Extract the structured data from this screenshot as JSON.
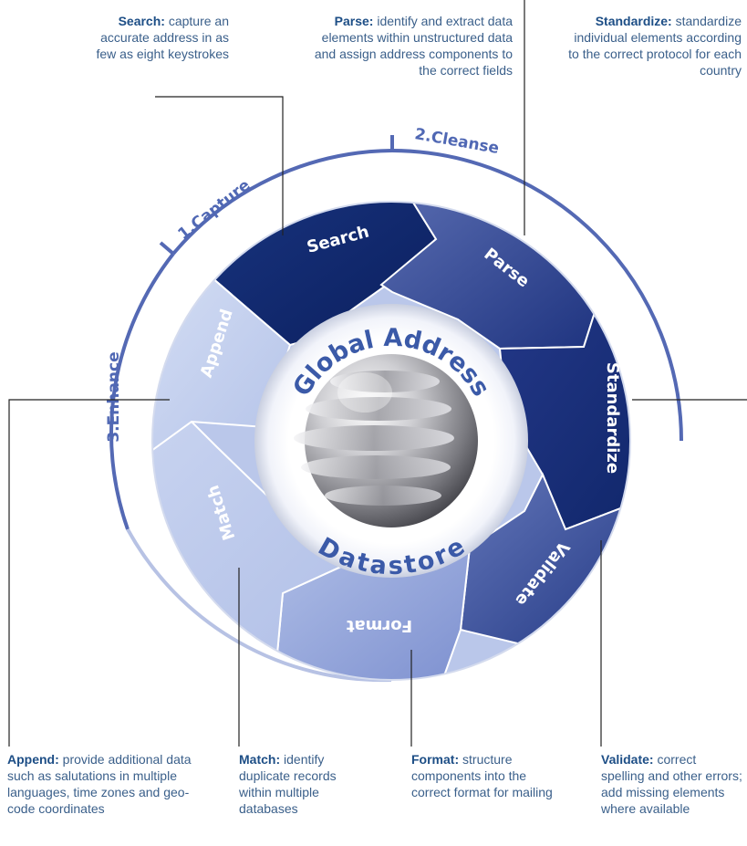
{
  "center": {
    "top": "Global Address",
    "bottom": "Datastore"
  },
  "phases": {
    "capture": "1.Capture",
    "cleanse": "2.Cleanse",
    "enhance": "3.Enhance"
  },
  "segments": {
    "search": "Search",
    "parse": "Parse",
    "standardize": "Standardize",
    "validate": "Validate",
    "format": "Format",
    "match": "Match",
    "append": "Append"
  },
  "callouts": {
    "search": {
      "term": "Search:",
      "text": "capture an accurate address in as few as eight keystrokes"
    },
    "parse": {
      "term": "Parse:",
      "text": "identify and extract data elements within unstructured data and assign address components to the correct fields"
    },
    "standardize": {
      "term": "Standardize:",
      "text": "standardize individual elements according to the correct protocol for each country"
    },
    "append": {
      "term": "Append:",
      "text": "provide additional data such as salutations in multiple languages, time zones and geo-code coordinates"
    },
    "match": {
      "term": "Match:",
      "text": "identify duplicate records within multiple databases"
    },
    "format": {
      "term": "Format:",
      "text": "structure components into the correct format for mailing"
    },
    "validate": {
      "term": "Validate:",
      "text": "correct spelling and other errors; add missing elements where available"
    }
  },
  "colors": {
    "dark_navy": "#0d2466",
    "navy": "#1c3580",
    "mid_blue": "#4a5fa8",
    "light_blue": "#a3b3df",
    "pale_blue": "#d2dcf2",
    "phase_text": "#5068b4",
    "callout_text": "#3a5f8a"
  }
}
